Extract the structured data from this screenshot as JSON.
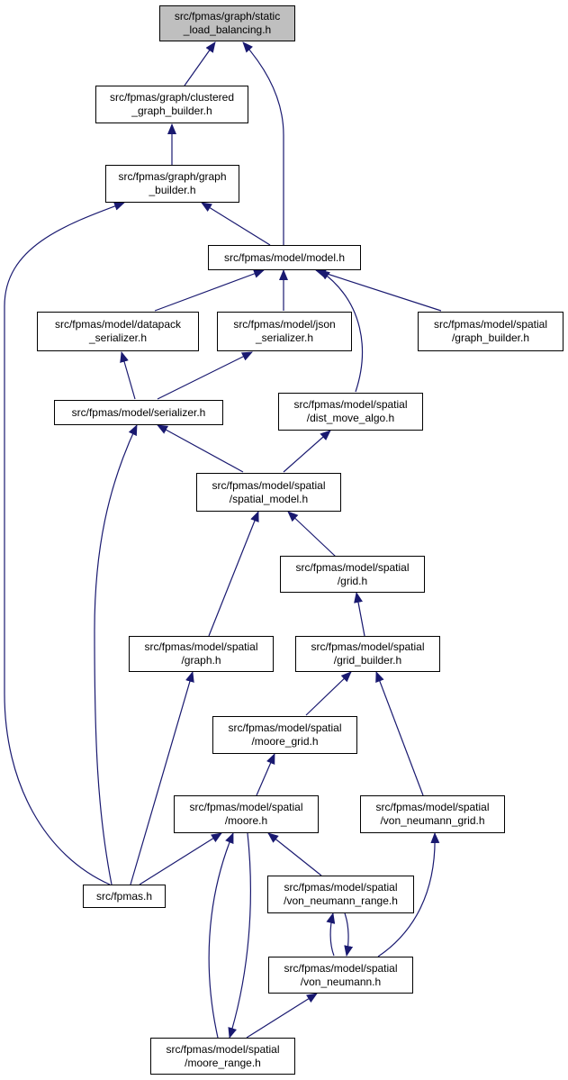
{
  "diagram": {
    "nodes": [
      {
        "id": "slb",
        "text": "src/fpmas/graph/static\n_load_balancing.h",
        "root": true
      },
      {
        "id": "cgb",
        "text": "src/fpmas/graph/clustered\n_graph_builder.h"
      },
      {
        "id": "gb",
        "text": "src/fpmas/graph/graph\n_builder.h"
      },
      {
        "id": "model",
        "text": "src/fpmas/model/model.h"
      },
      {
        "id": "dps",
        "text": "src/fpmas/model/datapack\n_serializer.h"
      },
      {
        "id": "js",
        "text": "src/fpmas/model/json\n_serializer.h"
      },
      {
        "id": "sgb",
        "text": "src/fpmas/model/spatial\n/graph_builder.h"
      },
      {
        "id": "ser",
        "text": "src/fpmas/model/serializer.h"
      },
      {
        "id": "dma",
        "text": "src/fpmas/model/spatial\n/dist_move_algo.h"
      },
      {
        "id": "sm",
        "text": "src/fpmas/model/spatial\n/spatial_model.h"
      },
      {
        "id": "grid",
        "text": "src/fpmas/model/spatial\n/grid.h"
      },
      {
        "id": "sg",
        "text": "src/fpmas/model/spatial\n/graph.h"
      },
      {
        "id": "grb",
        "text": "src/fpmas/model/spatial\n/grid_builder.h"
      },
      {
        "id": "mg",
        "text": "src/fpmas/model/spatial\n/moore_grid.h"
      },
      {
        "id": "moore",
        "text": "src/fpmas/model/spatial\n/moore.h"
      },
      {
        "id": "vng",
        "text": "src/fpmas/model/spatial\n/von_neumann_grid.h"
      },
      {
        "id": "fpmas",
        "text": "src/fpmas.h"
      },
      {
        "id": "vnr",
        "text": "src/fpmas/model/spatial\n/von_neumann_range.h"
      },
      {
        "id": "vn",
        "text": "src/fpmas/model/spatial\n/von_neumann.h"
      },
      {
        "id": "mr",
        "text": "src/fpmas/model/spatial\n/moore_range.h"
      }
    ],
    "colors": {
      "edge": "#191970",
      "root_fill": "#bfbfbf",
      "node_fill": "#ffffff",
      "border": "#000000"
    }
  }
}
